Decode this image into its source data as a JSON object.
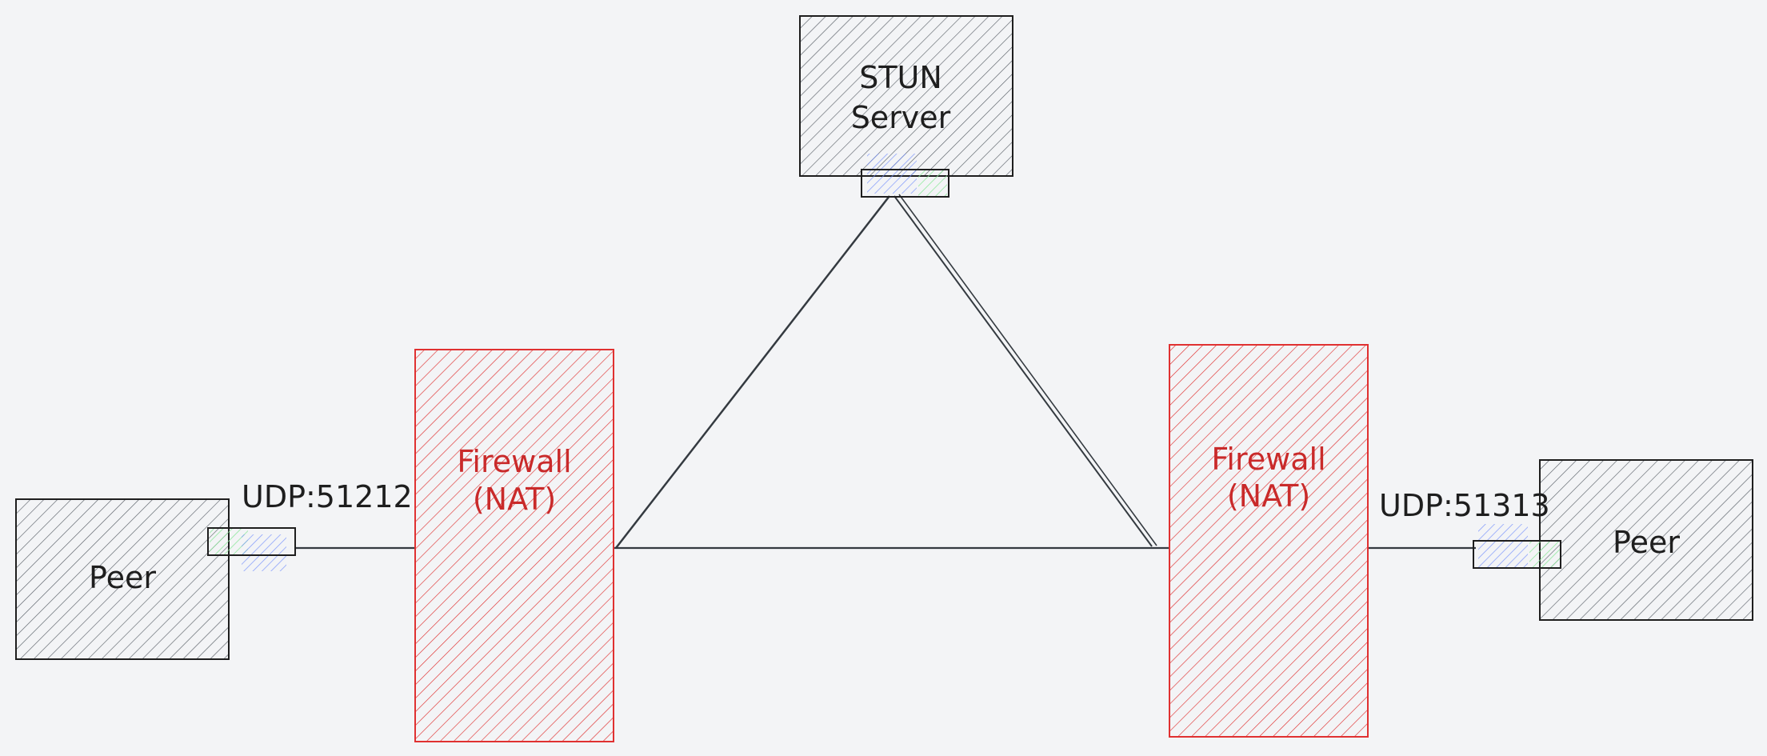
{
  "diagram": {
    "stun_server": {
      "line1": "STUN",
      "line2": "Server"
    },
    "left_peer": {
      "label": "Peer",
      "port": "UDP:51212"
    },
    "right_peer": {
      "label": "Peer",
      "port": "UDP:51313"
    },
    "left_firewall": {
      "line1": "Firewall",
      "line2": "(NAT)"
    },
    "right_firewall": {
      "line1": "Firewall",
      "line2": "(NAT)"
    }
  },
  "colors": {
    "background": "#f3f4f6",
    "box_stroke": "#1e1e1e",
    "box_hatch": "#495057",
    "firewall_stroke": "#e03131",
    "firewall_text": "#c92a2a",
    "port_hatch_green": "#b2f2bb",
    "port_hatch_blue": "#4c6ef5",
    "line": "#343a40"
  }
}
